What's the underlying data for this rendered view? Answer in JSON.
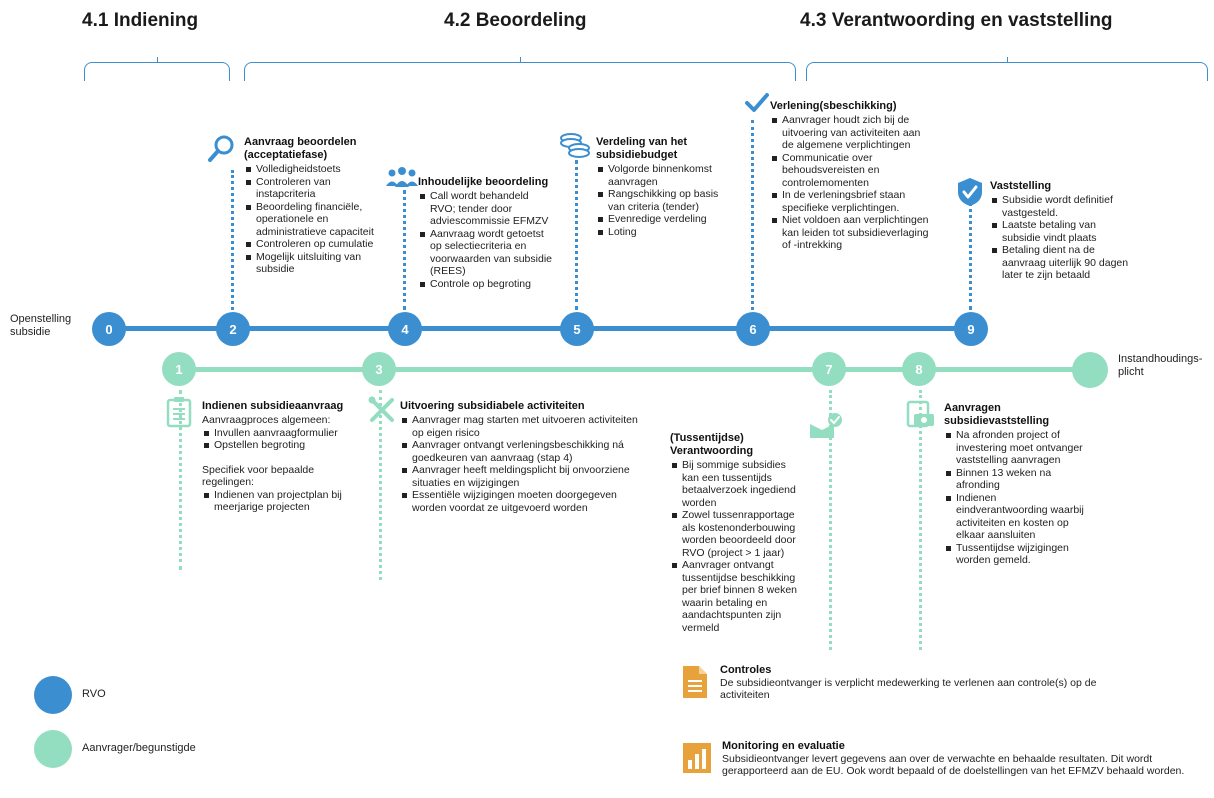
{
  "phases": {
    "p1": "4.1 Indiening",
    "p2": "4.2 Beoordeling",
    "p3": "4.3 Verantwoording en vaststelling"
  },
  "side_labels": {
    "start": "Openstelling subsidie",
    "end": "Instandhoudings-plicht"
  },
  "nodes_rvo": [
    "0",
    "2",
    "4",
    "5",
    "6",
    "9"
  ],
  "nodes_app": [
    "1",
    "3",
    "7",
    "8"
  ],
  "colors": {
    "rvo": "#3b8fd1",
    "applicant": "#93ddc0",
    "accent": "#e7a23b"
  },
  "steps": {
    "s2": {
      "title": "Aanvraag beoordelen (acceptatiefase)",
      "items": [
        "Volledigheidstoets",
        "Controleren van instapcriteria",
        "Beoordeling financiële, operationele en administratieve capaciteit",
        "Controleren op cumulatie",
        "Mogelijk uitsluiting van subsidie"
      ]
    },
    "s4": {
      "title": "Inhoudelijke beoordeling",
      "items": [
        "Call wordt behandeld RVO; tender door adviescommissie EFMZV",
        "Aanvraag wordt getoetst op selectiecriteria en voorwaarden van subsidie (REES)",
        "Controle op begroting"
      ]
    },
    "s5": {
      "title": "Verdeling van het subsidiebudget",
      "items": [
        "Volgorde binnenkomst aanvragen",
        "Rangschikking op basis van criteria (tender)",
        "Evenredige verdeling",
        "Loting"
      ]
    },
    "s6": {
      "title": "Verlening(sbeschikking)",
      "items": [
        "Aanvrager houdt zich bij de uitvoering van activiteiten aan de algemene verplichtingen",
        "Communicatie over behoudsvereisten en controlemomenten",
        "In de verleningsbrief staan specifieke verplichtingen.",
        "Niet voldoen aan verplichtingen kan leiden tot subsidieverlaging of -intrekking"
      ]
    },
    "s9": {
      "title": "Vaststelling",
      "items": [
        "Subsidie wordt definitief vastgesteld.",
        "Laatste betaling van subsidie vindt plaats",
        "Betaling dient na de aanvraag uiterlijk 90 dagen later te zijn betaald"
      ]
    },
    "s1": {
      "title": "Indienen subsidieaanvraag",
      "intro": "Aanvraagproces algemeen:",
      "items": [
        "Invullen aanvraagformulier",
        "Opstellen begroting"
      ],
      "intro2": "Specifiek voor bepaalde regelingen:",
      "items2": [
        "Indienen van projectplan bij meerjarige projecten"
      ]
    },
    "s3": {
      "title": "Uitvoering subsidiabele activiteiten",
      "items": [
        "Aanvrager mag starten met uitvoeren activiteiten op eigen risico",
        "Aanvrager ontvangt verleningsbeschikking ná goedkeuren van aanvraag (stap 4)",
        "Aanvrager heeft meldingsplicht bij onvoorziene situaties en wijzigingen",
        "Essentiële wijzigingen moeten doorgegeven worden voordat ze uitgevoerd worden"
      ]
    },
    "s7": {
      "title": "(Tussentijdse) Verantwoording",
      "items": [
        "Bij sommige subsidies kan een tussentijds betaalverzoek ingediend worden",
        "Zowel tussenrapportage als kostenonderbouwing worden beoordeeld door RVO (project > 1 jaar)",
        "Aanvrager ontvangt tussentijdse beschikking per brief binnen 8 weken waarin betaling en aandachtspunten zijn vermeld"
      ]
    },
    "s8": {
      "title": "Aanvragen subsidievaststelling",
      "items": [
        "Na afronden project of investering moet ontvanger vaststelling aanvragen",
        "Binnen 13 weken na afronding",
        "Indienen eindverantwoording waarbij activiteiten en kosten op elkaar aansluiten",
        "Tussentijdse wijzigingen worden gemeld."
      ]
    }
  },
  "legend": {
    "rvo": "RVO",
    "applicant": "Aanvrager/begunstigde"
  },
  "controles": {
    "title": "Controles",
    "text": "De subsidieontvanger is verplicht medewerking te verlenen aan controle(s) op de activiteiten"
  },
  "monitoring": {
    "title": "Monitoring en evaluatie",
    "text": "Subsidieontvanger levert gegevens aan over de verwachte en behaalde resultaten. Dit wordt gerapporteerd aan de EU. Ook wordt bepaald of de doelstellingen van het EFMZV behaald worden."
  }
}
